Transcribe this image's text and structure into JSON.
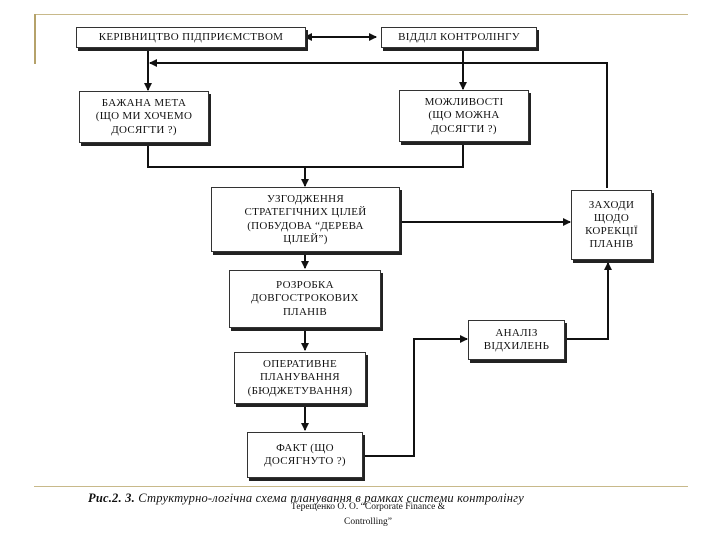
{
  "boxes": {
    "management": "КЕРІВНИЦТВО ПІДПРИЄМСТВОМ",
    "controlling_dept": "ВІДДІЛ КОНТРОЛІНГУ",
    "desired_goal": "БАЖАНА МЕТА\n(ЩО МИ ХОЧЕМО\nДОСЯГТИ ?)",
    "possibilities": "МОЖЛИВОСТІ\n(ЩО МОЖНА\nДОСЯГТИ ?)",
    "coordination": "УЗГОДЖЕННЯ\nСТРАТЕГІЧНИХ ЦІЛЕЙ\n(ПОБУДОВА “ДЕРЕВА\nЦІЛЕЙ”)",
    "long_term_plans": "РОЗРОБКА\nДОВГОСТРОКОВИХ\nПЛАНІВ",
    "operational_planning": "ОПЕРАТИВНЕ\nПЛАНУВАННЯ\n(БЮДЖЕТУВАННЯ)",
    "fact": "ФАКТ (ЩО\nДОСЯГНУТО ?)",
    "deviation_analysis": "АНАЛІЗ\nВІДХИЛЕНЬ",
    "correction_measures": "ЗАХОДИ\nЩОДО\nКОРЕКЦІЇ\nПЛАНІВ"
  },
  "caption": {
    "label": "Рис.2. 3.",
    "text": "Структурно-логічна схема планування в рамках системи контролінгу"
  },
  "footer": {
    "line1": "Терещенко О. О. “Corporate Finance &",
    "line2": "Controlling”"
  }
}
